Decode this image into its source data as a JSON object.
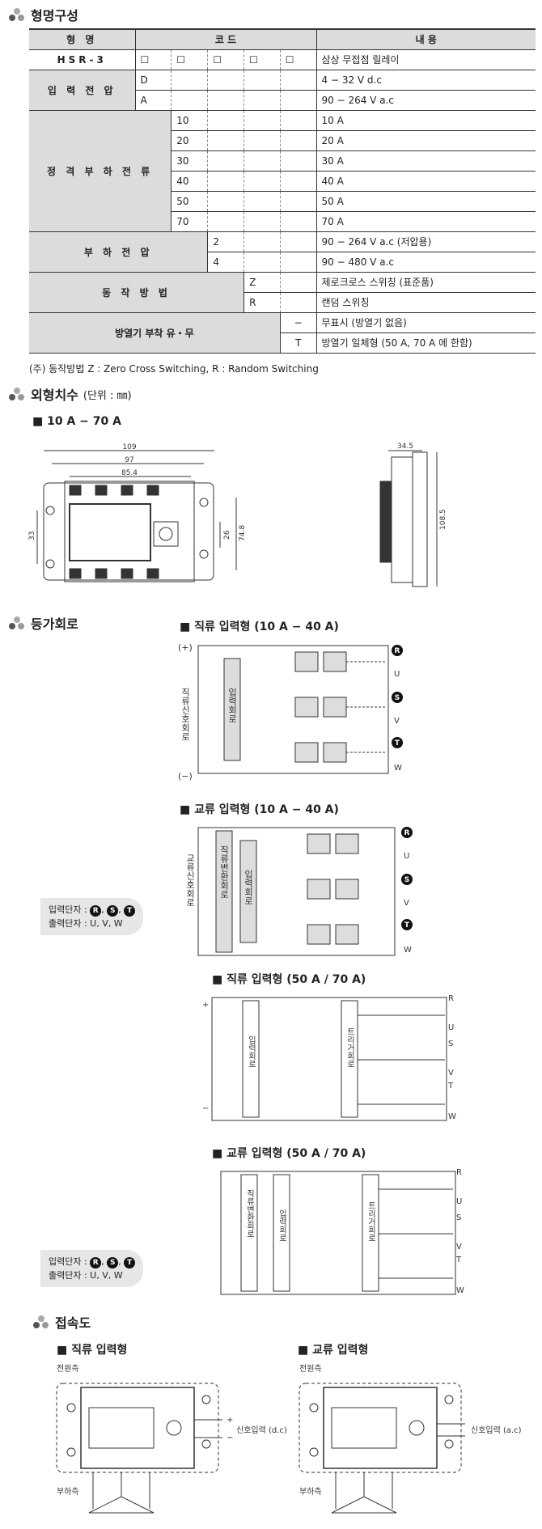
{
  "s1": {
    "title": "형명구성"
  },
  "table": {
    "h_model": "형 명",
    "h_code": "코 드",
    "h_desc": "내 용",
    "model": "HSR-3",
    "model_desc": "삼상 무접점 릴레이",
    "input": "입 력 전 압",
    "in_d": "D",
    "in_d_desc": "4 − 32 V d.c",
    "in_a": "A",
    "in_a_desc": "90 − 264 V a.c",
    "rated": "정 격 부 하 전 류",
    "r10": "10",
    "r10d": "10 A",
    "r20": "20",
    "r20d": "20 A",
    "r30": "30",
    "r30d": "30 A",
    "r40": "40",
    "r40d": "40 A",
    "r50": "50",
    "r50d": "50 A",
    "r70": "70",
    "r70d": "70 A",
    "load": "부 하 전 압",
    "l2": "2",
    "l2d": "90 − 264 V a.c (저압용)",
    "l4": "4",
    "l4d": "90 − 480 V a.c",
    "op": "동 작 방 법",
    "oz": "Z",
    "ozd": "제로크로스 스위칭 (표준품)",
    "or": "R",
    "ord": "랜덤 스위칭",
    "heat": "방열기 부착 유・무",
    "hn": "−",
    "hnd": "무표시 (방열기 없음)",
    "ht": "T",
    "htd": "방열기 일체형 (50 A, 70 A 에 한함)"
  },
  "note": "(주) 동작방법 Z : Zero Cross Switching, R : Random Switching",
  "s2": {
    "title": "외형치수",
    "unit": "(단위 : ㎜)",
    "sub": "10 A − 70 A",
    "d109": "109",
    "d97": "97",
    "d854": "85.4",
    "d33": "33",
    "d26": "26",
    "d748": "74.8",
    "d345": "34.5",
    "d1085": "108.5"
  },
  "s3": {
    "title": "등가회로",
    "c1": "직류 입력형 (10 A − 40 A)",
    "c2": "교류 입력형 (10 A − 40 A)",
    "c3": "직류 입력형 (50 A / 70 A)",
    "c4": "교류 입력형 (50 A / 70 A)",
    "plus": "(+)",
    "minus": "(−)",
    "plus2": "+",
    "minus2": "−",
    "dc_signal": "직류신호회로",
    "ac_signal": "교류신호회로",
    "input_circuit": "입력회로",
    "rect": "직류변환회로",
    "trig": "트리거회로",
    "tR": "R",
    "tS": "S",
    "tT": "T",
    "tU": "U",
    "tV": "V",
    "tW": "W",
    "pin_in": "입력단자 :",
    "pin_out": "출력단자 : U, V, W",
    "sep": ", "
  },
  "s4": {
    "title": "접속도",
    "dc": "직류 입력형",
    "ac": "교류 입력형",
    "power": "전원측",
    "load": "부하측",
    "sig_dc": "신호입력 (d.c)",
    "sig_ac": "신호입력 (a.c)",
    "p": "+",
    "m": "−"
  }
}
